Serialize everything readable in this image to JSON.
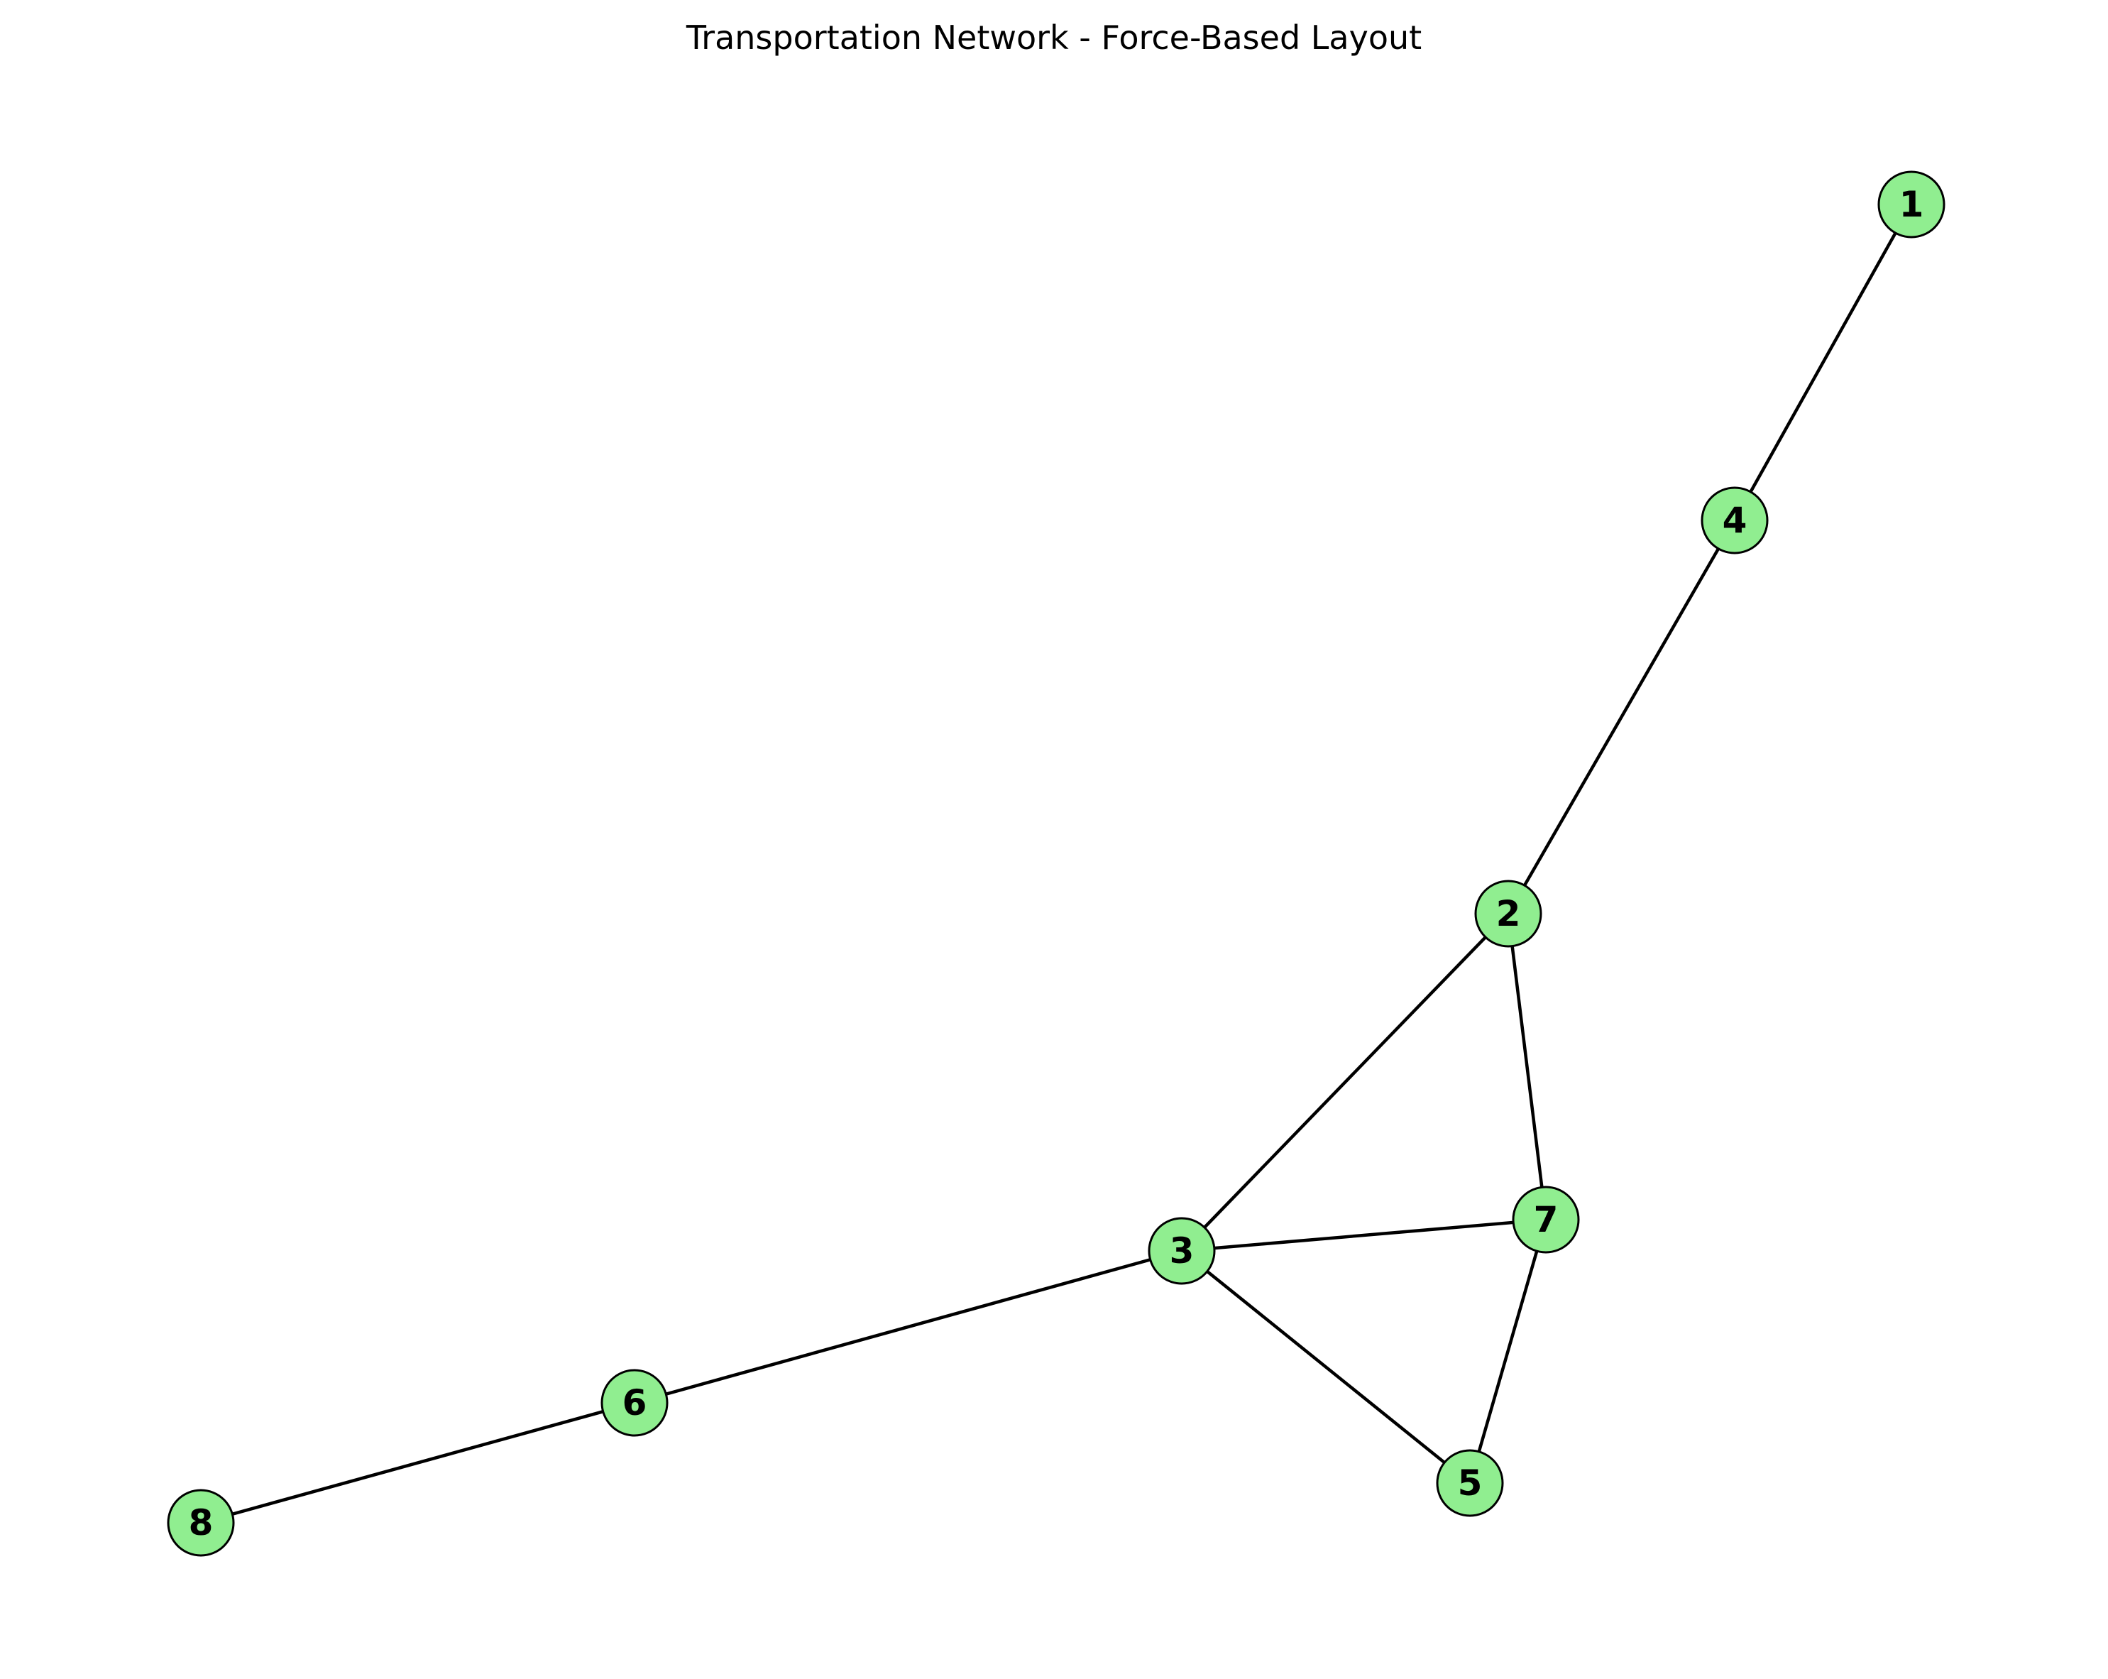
{
  "title": "Transportation Network - Force-Based Layout",
  "style": {
    "node_fill": "#90ee90",
    "node_stroke": "#000000",
    "edge_color": "#000000",
    "label_color": "#000000"
  },
  "nodes": [
    {
      "id": "1",
      "label": "1"
    },
    {
      "id": "2",
      "label": "2"
    },
    {
      "id": "3",
      "label": "3"
    },
    {
      "id": "4",
      "label": "4"
    },
    {
      "id": "5",
      "label": "5"
    },
    {
      "id": "6",
      "label": "6"
    },
    {
      "id": "7",
      "label": "7"
    },
    {
      "id": "8",
      "label": "8"
    }
  ],
  "edges": [
    {
      "source": "1",
      "target": "4"
    },
    {
      "source": "4",
      "target": "2"
    },
    {
      "source": "2",
      "target": "3"
    },
    {
      "source": "2",
      "target": "7"
    },
    {
      "source": "3",
      "target": "7"
    },
    {
      "source": "3",
      "target": "5"
    },
    {
      "source": "7",
      "target": "5"
    },
    {
      "source": "3",
      "target": "6"
    },
    {
      "source": "6",
      "target": "8"
    }
  ]
}
